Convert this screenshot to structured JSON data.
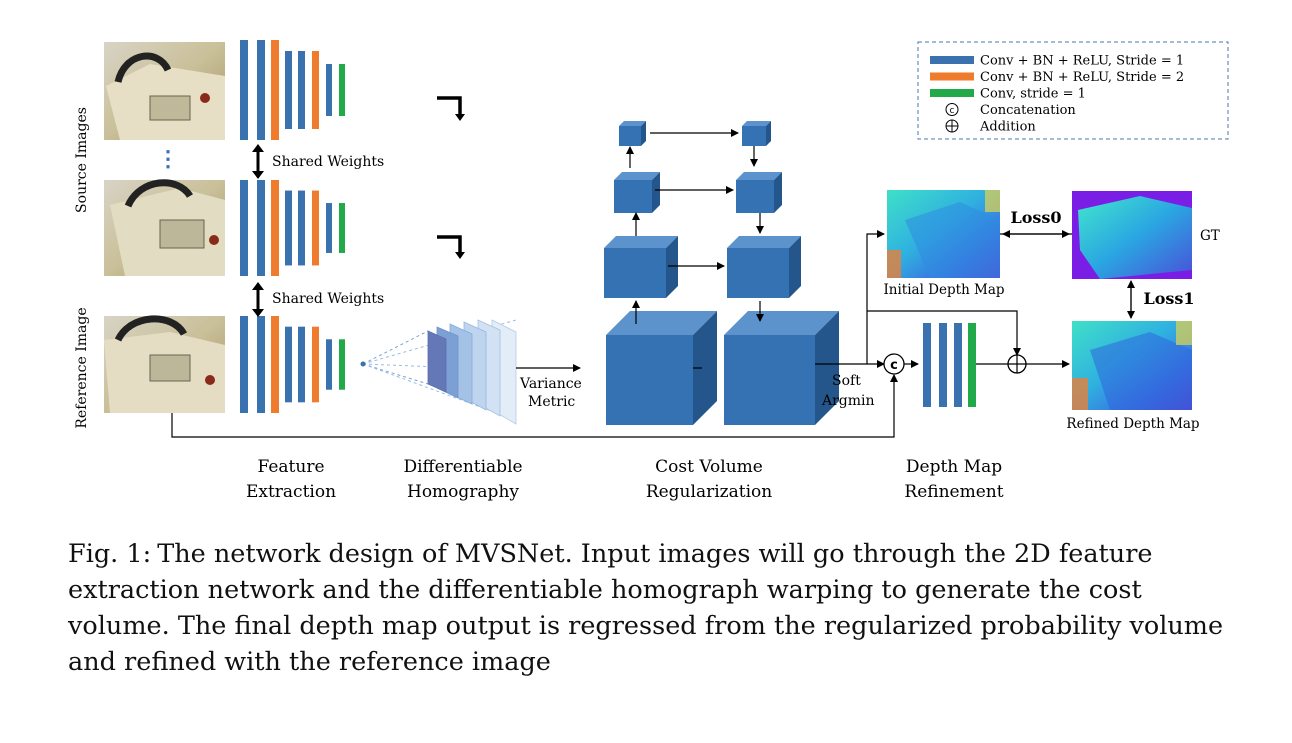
{
  "legend": {
    "items": [
      {
        "label": "Conv + BN + ReLU, Stride = 1",
        "color": "#3a72b0",
        "icon": "blue-bar"
      },
      {
        "label": "Conv + BN + ReLU, Stride = 2",
        "color": "#ef7b2c",
        "icon": "orange-bar"
      },
      {
        "label": "Conv, stride = 1",
        "color": "#22a94a",
        "icon": "green-bar"
      },
      {
        "label": "Concatenation",
        "icon": "circled-c"
      },
      {
        "label": "Addition",
        "icon": "circled-plus"
      }
    ],
    "symbols": {
      "concat": "c",
      "add": "+"
    }
  },
  "labels": {
    "source_images": "Source Images",
    "reference_image": "Reference Image",
    "shared_weights_1": "Shared Weights",
    "shared_weights_2": "Shared Weights",
    "ellipsis": "⋮",
    "variance_1": "Variance",
    "variance_2": "Metric",
    "soft_1": "Soft",
    "soft_2": "Argmin",
    "initial_depth_map": "Initial Depth Map",
    "refined_depth_map": "Refined Depth Map",
    "gt": "GT",
    "loss0": "Loss0",
    "loss1": "Loss1"
  },
  "stages": {
    "feature_1": "Feature",
    "feature_2": "Extraction",
    "homography_1": "Differentiable",
    "homography_2": "Homography",
    "cost_1": "Cost Volume",
    "cost_2": "Regularization",
    "refine_1": "Depth Map",
    "refine_2": "Refinement"
  },
  "caption": {
    "number": "Fig. 1:",
    "text": "The network design of MVSNet. Input images will go through the 2D feature extraction network and the differentiable homograph warping to generate the cost volume. The final depth map output is regressed from the regularized probability volume and refined with the reference image"
  },
  "colors": {
    "blue": "#3a72b0",
    "orange": "#ef7b2c",
    "green": "#22a94a",
    "cube_front": "#3572b3",
    "cube_top": "#5c93cc",
    "cube_side": "#24568c"
  }
}
